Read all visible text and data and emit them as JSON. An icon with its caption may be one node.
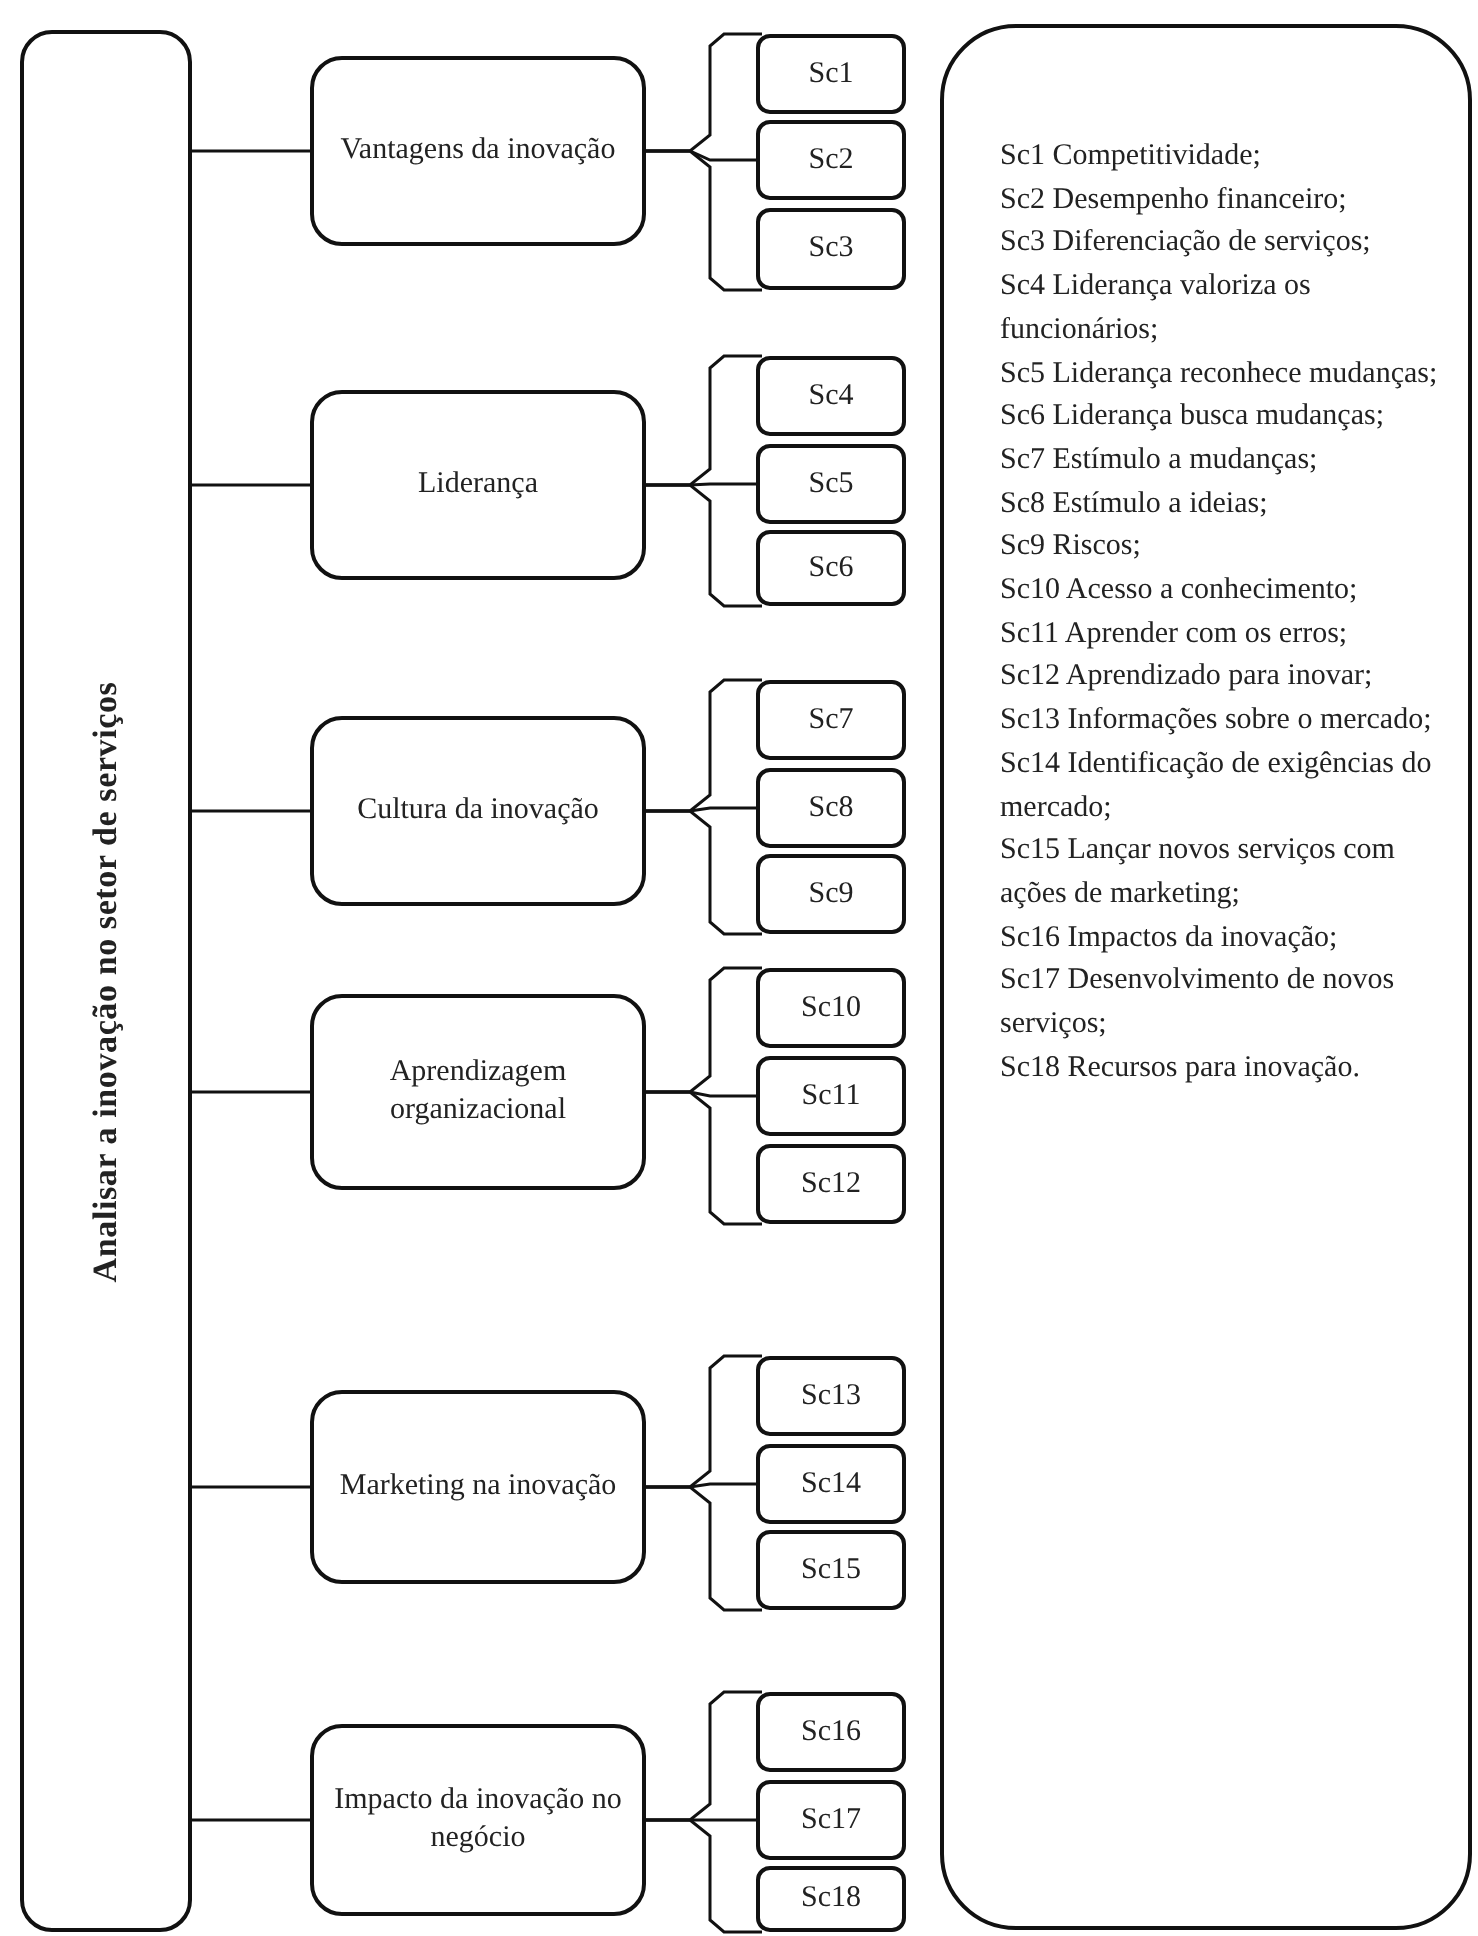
{
  "diagram": {
    "nodes": [
      {
        "text": [
          "Analisar a inovação no setor de serviços"
        ]
      },
      {
        "text": [
          "Vantagens da inovação"
        ]
      },
      {
        "text": [
          "Sc1"
        ]
      },
      {
        "text": [
          "Sc2"
        ]
      },
      {
        "text": [
          "Sc3"
        ]
      },
      {
        "text": [
          "Liderança"
        ]
      },
      {
        "text": [
          "Sc4"
        ]
      },
      {
        "text": [
          "Sc5"
        ]
      },
      {
        "text": [
          "Sc6"
        ]
      },
      {
        "text": [
          "Cultura da inovação"
        ]
      },
      {
        "text": [
          "Sc7"
        ]
      },
      {
        "text": [
          "Sc8"
        ]
      },
      {
        "text": [
          "Sc9"
        ]
      },
      {
        "text": [
          "Aprendizagem organizacional"
        ]
      },
      {
        "text": [
          "Sc10"
        ]
      },
      {
        "text": [
          "Sc11"
        ]
      },
      {
        "text": [
          "Sc12"
        ]
      },
      {
        "text": [
          "Marketing na inovação"
        ]
      },
      {
        "text": [
          "Sc13"
        ]
      },
      {
        "text": [
          "Sc14"
        ]
      },
      {
        "text": [
          "Sc15"
        ]
      },
      {
        "text": [
          "Impacto da inovação no negócio"
        ]
      },
      {
        "text": [
          "Sc16"
        ]
      },
      {
        "text": [
          "Sc17"
        ]
      },
      {
        "text": [
          "Sc18"
        ]
      },
      {
        "text": [
          "Sc1 Competitividade;",
          "Sc2 Desempenho financeiro;",
          "Sc3 Diferenciação de serviços;",
          "Sc4 Liderança valoriza os funcionários;",
          "Sc5 Liderança reconhece mudanças;",
          "Sc6 Liderança busca mudanças;",
          "Sc7 Estímulo a mudanças;",
          "Sc8 Estímulo a ideias;",
          "Sc9 Riscos;",
          "Sc10 Acesso a conhecimento;",
          "Sc11 Aprender com os erros;",
          "Sc12 Aprendizado para inovar;",
          "Sc13 Informações sobre o mercado;",
          "Sc14 Identificação de exigências do mercado;",
          "Sc15 Lançar novos serviços com ações de marketing;",
          "Sc16 Impactos da inovação;",
          "Sc17 Desenvolvimento de novos serviços;",
          "Sc18 Recursos para inovação."
        ]
      }
    ],
    "edges": [
      {
        "from": 0,
        "to": 1,
        "arrow": "none"
      },
      {
        "from": 0,
        "to": 5,
        "arrow": "none"
      },
      {
        "from": 0,
        "to": 9,
        "arrow": "none"
      },
      {
        "from": 0,
        "to": 13,
        "arrow": "none"
      },
      {
        "from": 0,
        "to": 17,
        "arrow": "none"
      },
      {
        "from": 0,
        "to": 21,
        "arrow": "none"
      },
      {
        "from": 1,
        "to": 2,
        "arrow": "none"
      },
      {
        "from": 1,
        "to": 3,
        "arrow": "none"
      },
      {
        "from": 1,
        "to": 4,
        "arrow": "none"
      },
      {
        "from": 5,
        "to": 6,
        "arrow": "none"
      },
      {
        "from": 5,
        "to": 7,
        "arrow": "none"
      },
      {
        "from": 5,
        "to": 8,
        "arrow": "none"
      },
      {
        "from": 9,
        "to": 10,
        "arrow": "none"
      },
      {
        "from": 9,
        "to": 11,
        "arrow": "none"
      },
      {
        "from": 9,
        "to": 12,
        "arrow": "none"
      },
      {
        "from": 13,
        "to": 14,
        "arrow": "none"
      },
      {
        "from": 13,
        "to": 15,
        "arrow": "none"
      },
      {
        "from": 13,
        "to": 16,
        "arrow": "none"
      },
      {
        "from": 17,
        "to": 18,
        "arrow": "none"
      },
      {
        "from": 17,
        "to": 19,
        "arrow": "none"
      },
      {
        "from": 17,
        "to": 20,
        "arrow": "none"
      },
      {
        "from": 21,
        "to": 22,
        "arrow": "none"
      },
      {
        "from": 21,
        "to": 23,
        "arrow": "none"
      },
      {
        "from": 21,
        "to": 24,
        "arrow": "none"
      }
    ]
  }
}
